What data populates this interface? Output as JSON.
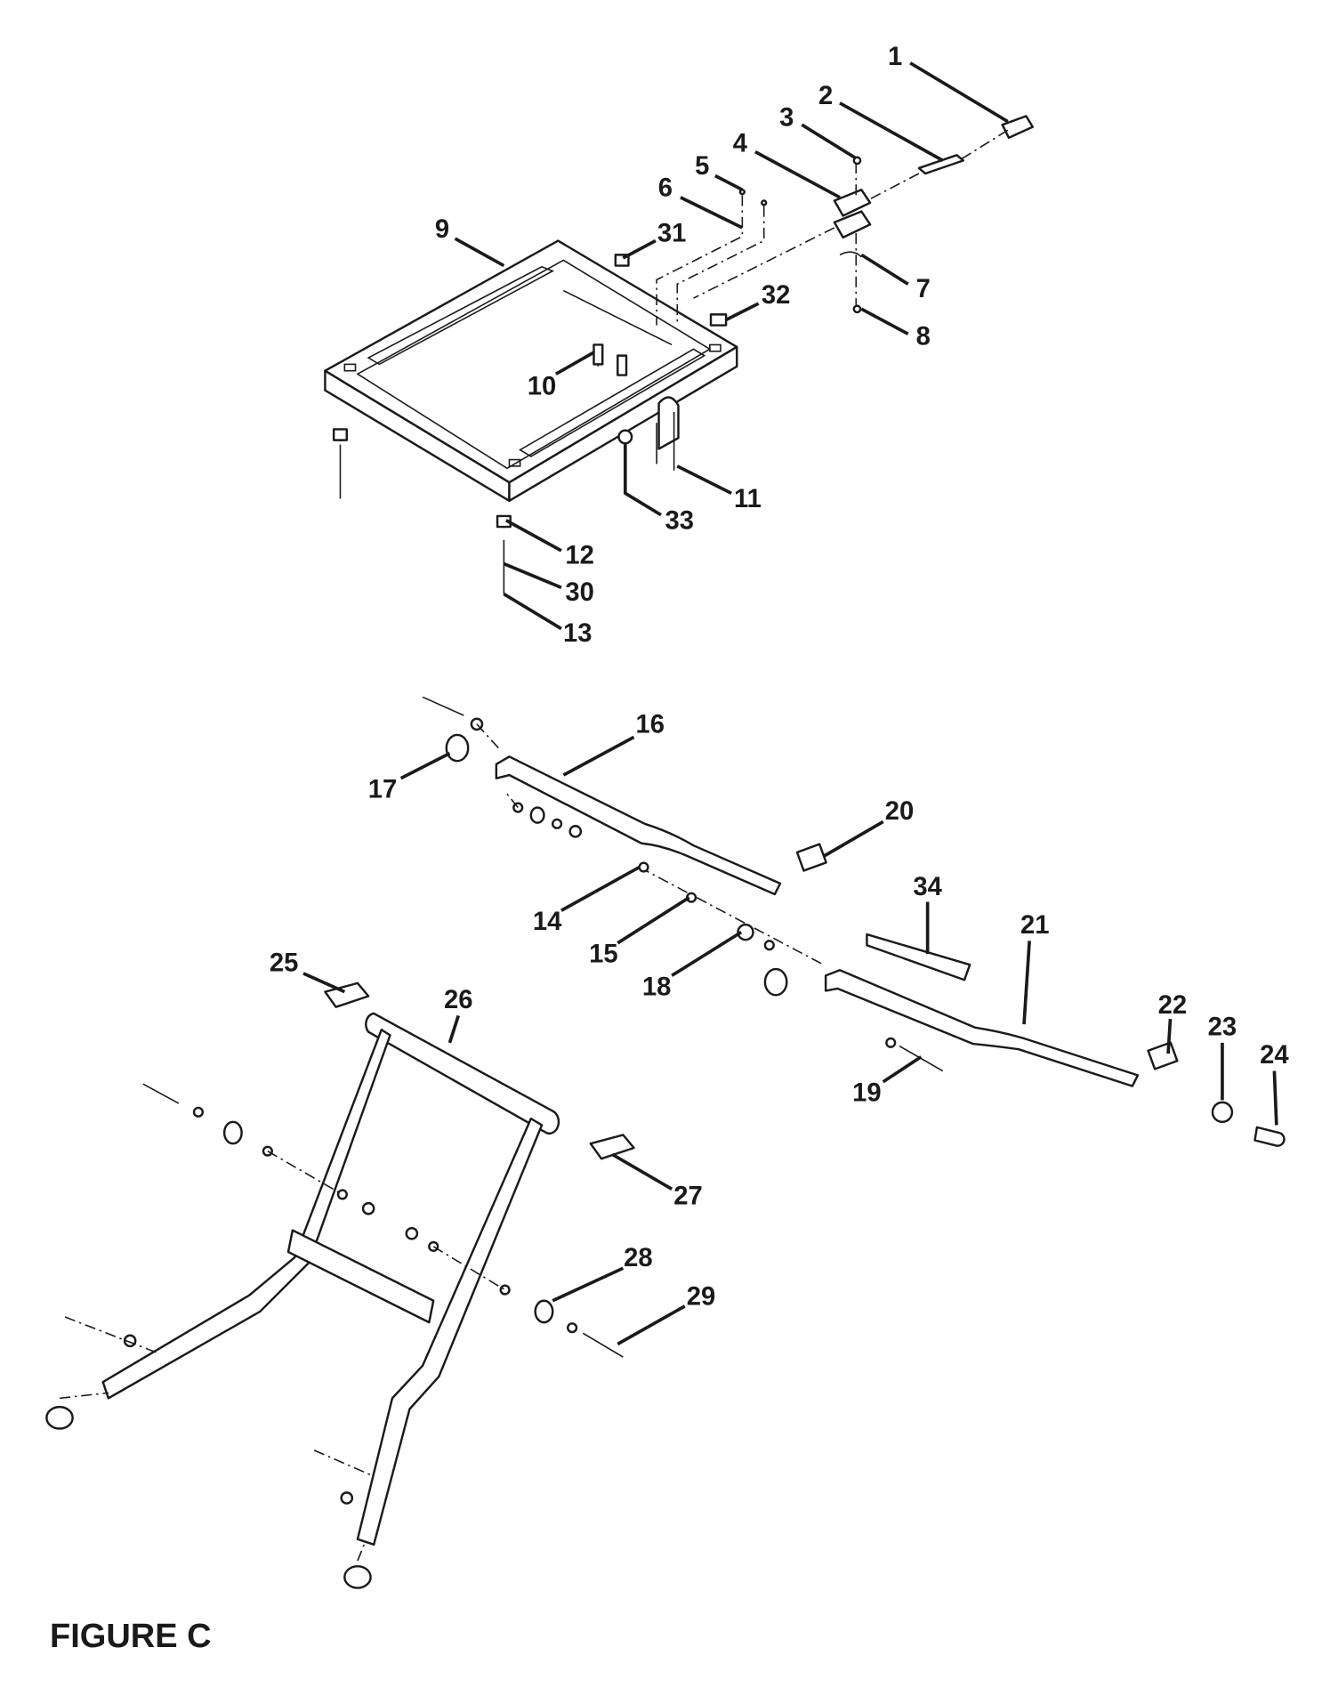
{
  "figure_title": "FIGURE C",
  "callouts": [
    "1",
    "2",
    "3",
    "4",
    "5",
    "6",
    "7",
    "8",
    "9",
    "10",
    "11",
    "12",
    "13",
    "14",
    "15",
    "16",
    "17",
    "18",
    "19",
    "20",
    "21",
    "22",
    "23",
    "24",
    "25",
    "26",
    "27",
    "28",
    "29",
    "30",
    "31",
    "32",
    "33",
    "34"
  ]
}
